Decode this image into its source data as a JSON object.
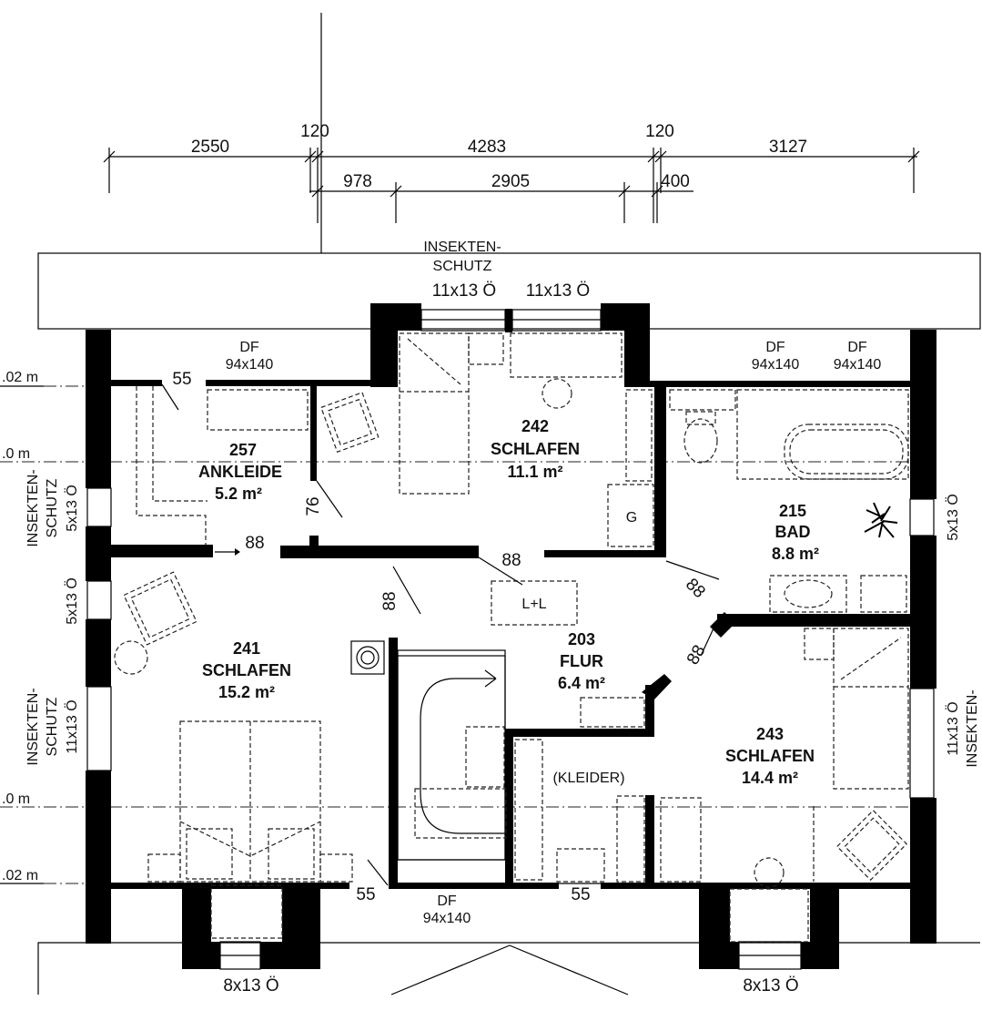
{
  "dimensions": {
    "top_row": [
      "2550",
      "120",
      "4283",
      "120",
      "3127"
    ],
    "second_row": [
      "978",
      "2905",
      "400"
    ]
  },
  "rooms": [
    {
      "number": "257",
      "name": "ANKLEIDE",
      "area": "5.2 m²"
    },
    {
      "number": "242",
      "name": "SCHLAFEN",
      "area": "11.1 m²"
    },
    {
      "number": "215",
      "name": "BAD",
      "area": "8.8 m²"
    },
    {
      "number": "241",
      "name": "SCHLAFEN",
      "area": "15.2 m²"
    },
    {
      "number": "203",
      "name": "FLUR",
      "area": "6.4 m²"
    },
    {
      "number": "243",
      "name": "SCHLAFEN",
      "area": "14.4 m²"
    }
  ],
  "labels": {
    "insektenschutz_top_1": "INSEKTEN-",
    "insektenschutz_top_2": "SCHUTZ",
    "window_top_left": "11x13 Ö",
    "window_top_right": "11x13 Ö",
    "df": "DF",
    "df_size": "94x140",
    "insektenschutz_left_a": "INSEKTEN-",
    "insektenschutz_left_b": "SCHUTZ",
    "window_left_1": "5x13 Ö",
    "window_left_2": "5x13 Ö",
    "window_left_3": "11x13 Ö",
    "window_right_1": "5x13 Ö",
    "window_right_2": "11x13 Ö",
    "insektenschutz_right": "INSEKTEN-",
    "window_bottom_left": "8x13 Ö",
    "window_bottom_right": "8x13 Ö",
    "level_1": ".02 m",
    "level_2": ".0 m",
    "level_3": ".0 m",
    "level_4": ".02 m",
    "door_55": "55",
    "door_76": "76",
    "door_88": "88",
    "appliance_g": "G",
    "ll": "L+L",
    "kleider": "(KLEIDER)"
  }
}
